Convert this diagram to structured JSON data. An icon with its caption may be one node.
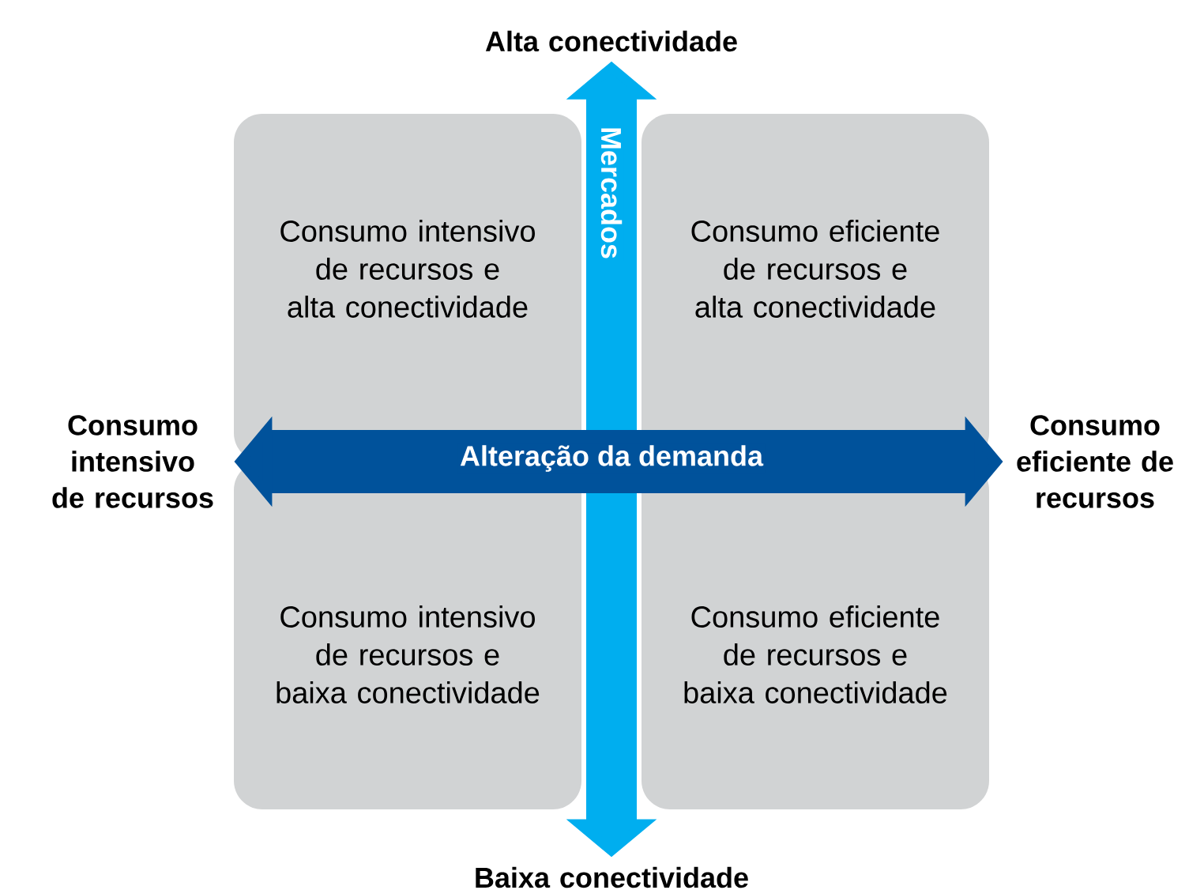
{
  "diagram": {
    "nodes": [
      {
        "text": [
          "Alta conectividade"
        ]
      },
      {
        "text": [
          "Consumo intensivo de recursos e alta conectividade"
        ]
      },
      {
        "text": [
          "Consumo eficiente de recursos e alta conectividade"
        ]
      },
      {
        "text": [
          "Consumo intensivo de recursos"
        ]
      },
      {
        "text": [
          "Consumo eficiente de recursos"
        ]
      },
      {
        "text": [
          "Consumo intensivo de recursos e baixa conectividade"
        ]
      },
      {
        "text": [
          "Consumo eficiente de recursos e baixa conectividade"
        ]
      },
      {
        "text": [
          "Baixa conectividade"
        ]
      }
    ],
    "edges": [
      {
        "from": 7,
        "to": 0,
        "arrow": "both",
        "label": "Mercados",
        "color": "#00aeef"
      },
      {
        "from": 3,
        "to": 4,
        "arrow": "both",
        "label": "Alteração da demanda",
        "color": "#00529b"
      }
    ]
  }
}
